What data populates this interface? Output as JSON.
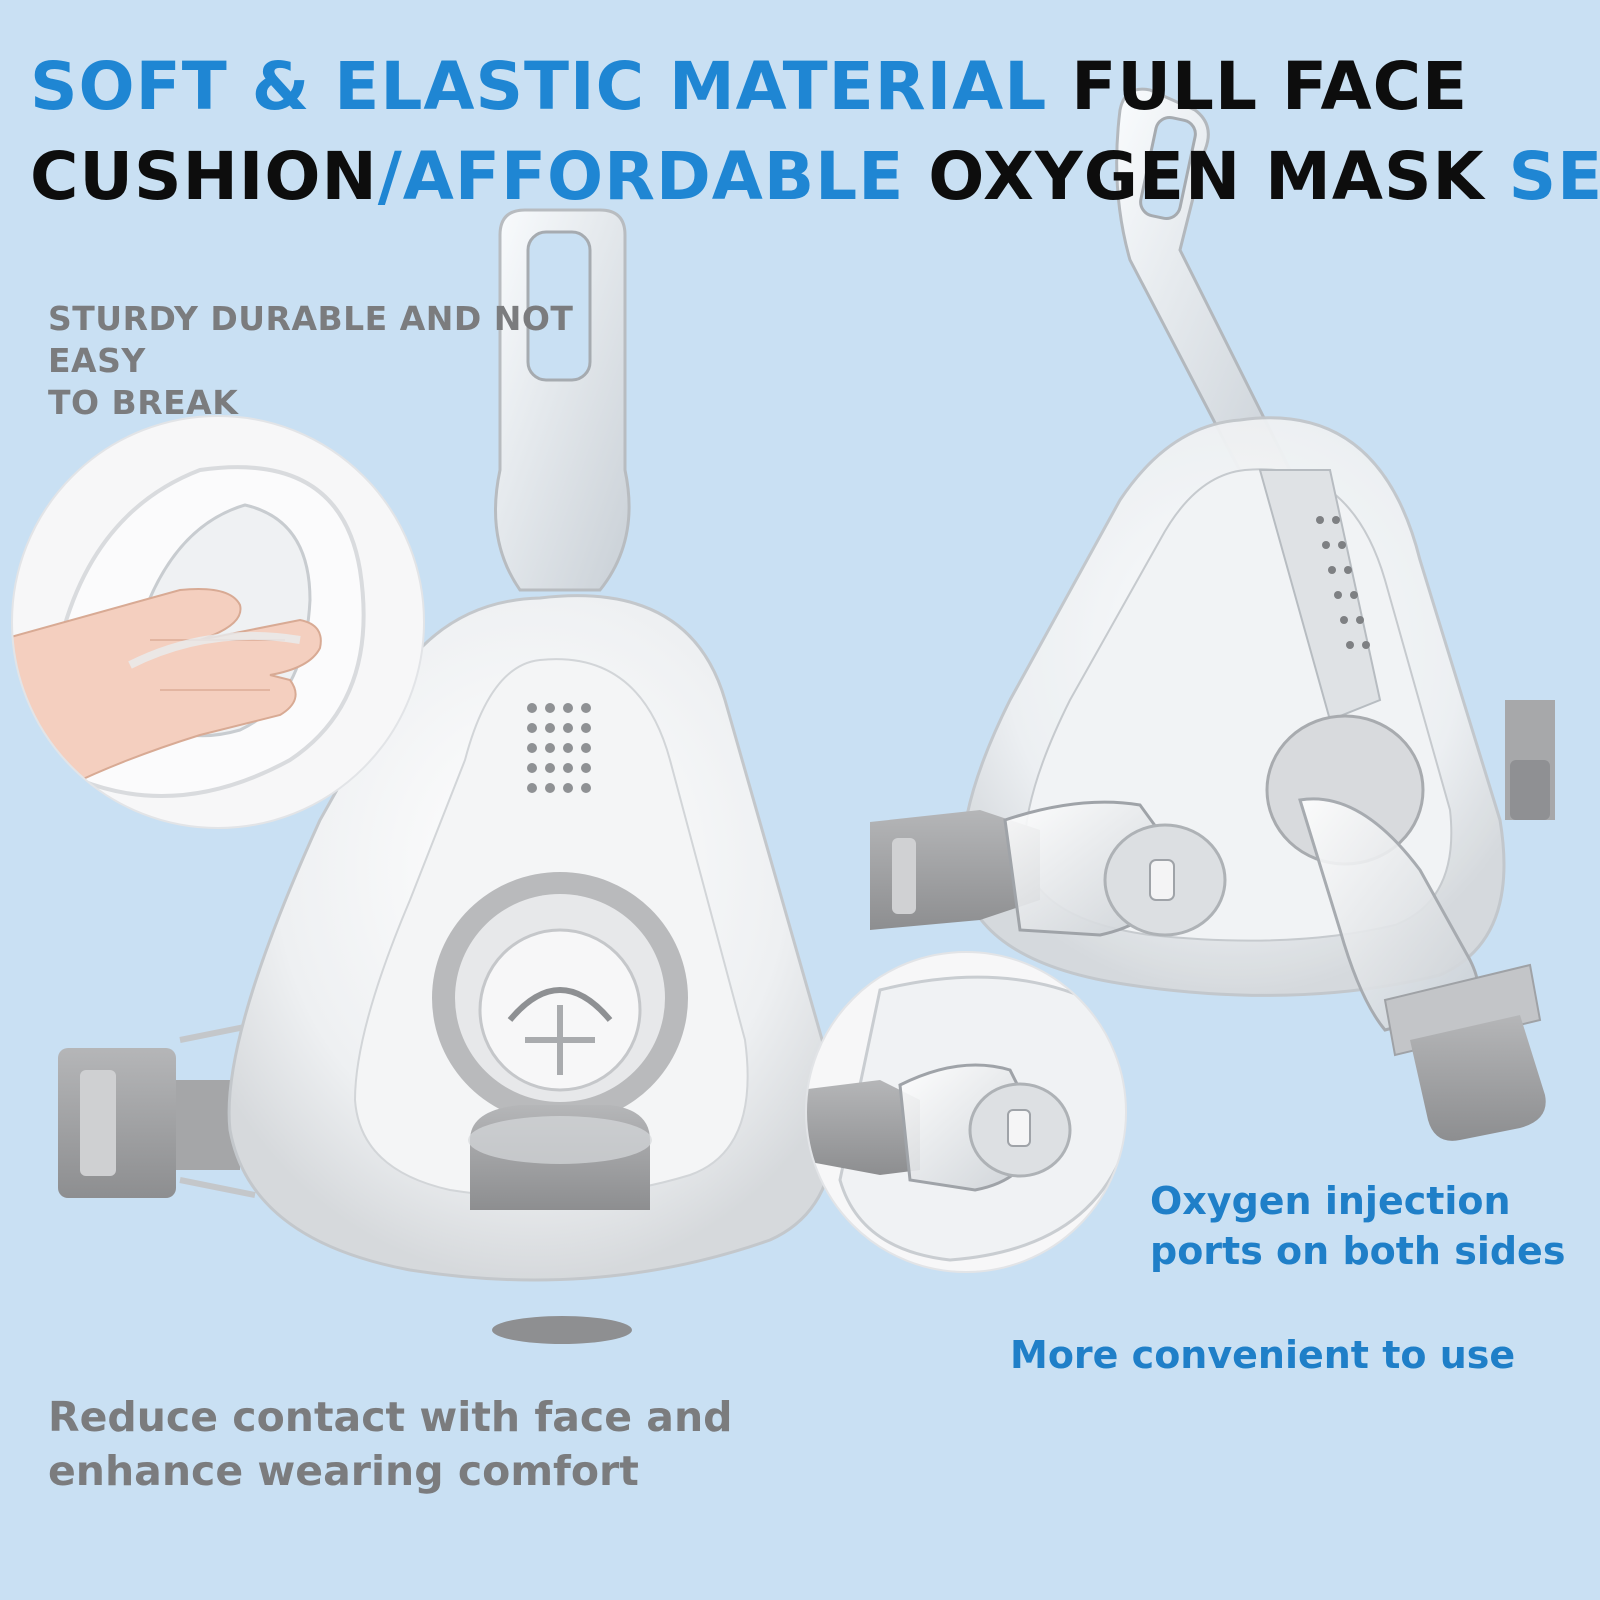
{
  "headline": {
    "segments": [
      {
        "text": "SOFT & ELASTIC MATERIAL ",
        "color": "#1f86d3"
      },
      {
        "text": "FULL FACE",
        "color": "#0d0d0d"
      },
      {
        "text": "CUSHION",
        "color": "#0d0d0d"
      },
      {
        "text": "/AFFORDABLE ",
        "color": "#1f86d3"
      },
      {
        "text": "OXYGEN MASK ",
        "color": "#0d0d0d"
      },
      {
        "text": "SET",
        "color": "#1f86d3"
      }
    ]
  },
  "notes": {
    "sturdy": [
      "STURDY DURABLE AND NOT EASY",
      "TO BREAK"
    ],
    "comfort": [
      "Reduce contact with face and",
      "enhance wearing comfort"
    ],
    "ports": [
      "Oxygen injection",
      "ports on both sides"
    ],
    "convenient": "More convenient to use"
  },
  "colors": {
    "background": "#c9e0f3",
    "accent_blue": "#1f86d3",
    "grey_text": "#7b7c7e",
    "strap_grey": "#9a9b9d"
  },
  "illustrations": {
    "main_mask": "full-face-mask-front-view",
    "side_mask": "full-face-mask-side-view",
    "cushion_inset": "cushion-softness-inset",
    "port_inset": "oxygen-port-inset"
  }
}
